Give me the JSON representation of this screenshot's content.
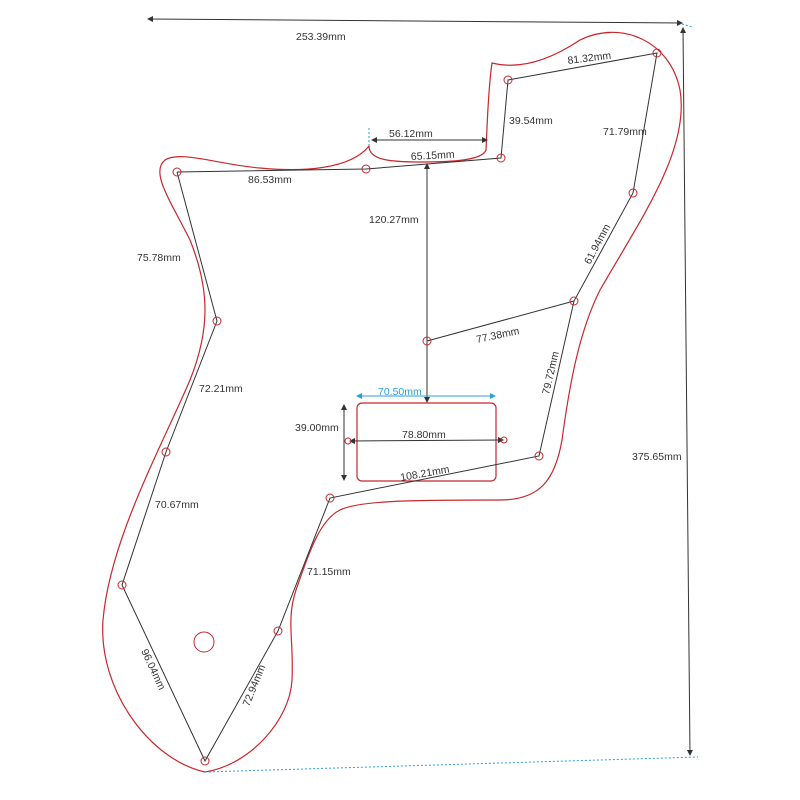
{
  "diagram": {
    "title": "Pickguard dimension drawing",
    "colors": {
      "outline": "#c8272d",
      "dimension": "#333333",
      "reference": "#2aa0d8"
    },
    "overall": {
      "width": "253.39mm",
      "height": "375.65mm"
    },
    "labels": {
      "top_left_edge": "86.53mm",
      "notch_width": "56.12mm",
      "top_mid": "65.15mm",
      "step_vertical": "39.54mm",
      "top_right": "81.32mm",
      "right_upper": "71.79mm",
      "right_mid": "61.94mm",
      "center_to_top": "120.27mm",
      "center_to_right": "77.38mm",
      "right_lower": "79.72mm",
      "pickup_width": "70.50mm",
      "pickup_height": "39.00mm",
      "pickup_screws": "78.80mm",
      "cutaway_bottom": "108.21mm",
      "lower_inner": "71.15mm",
      "bottom_inner": "72.94mm",
      "bottom_outer": "96.04mm",
      "left_lower": "70.67mm",
      "left_mid": "72.21mm",
      "left_upper": "75.78mm"
    }
  }
}
